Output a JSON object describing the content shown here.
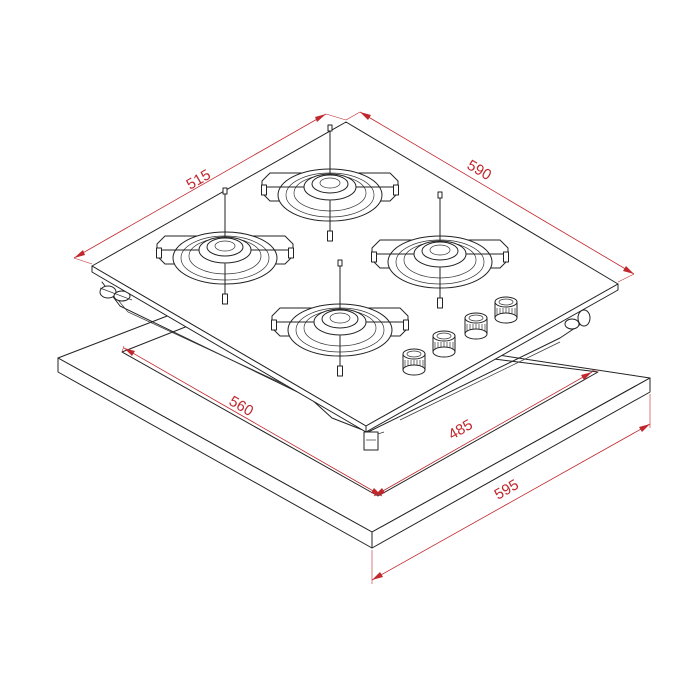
{
  "dimensions": {
    "depth": "515",
    "width": "590",
    "cutout_width": "560",
    "cutout_depth": "485",
    "overall_width": "595"
  },
  "colors": {
    "dimension": "#c0282e",
    "line": "#222222",
    "background": "#ffffff"
  },
  "burners": [
    {
      "name": "rear-left"
    },
    {
      "name": "rear-center"
    },
    {
      "name": "right"
    },
    {
      "name": "front"
    }
  ],
  "knobs": [
    {
      "name": "knob-1"
    },
    {
      "name": "knob-2"
    },
    {
      "name": "knob-3"
    },
    {
      "name": "knob-4"
    }
  ]
}
